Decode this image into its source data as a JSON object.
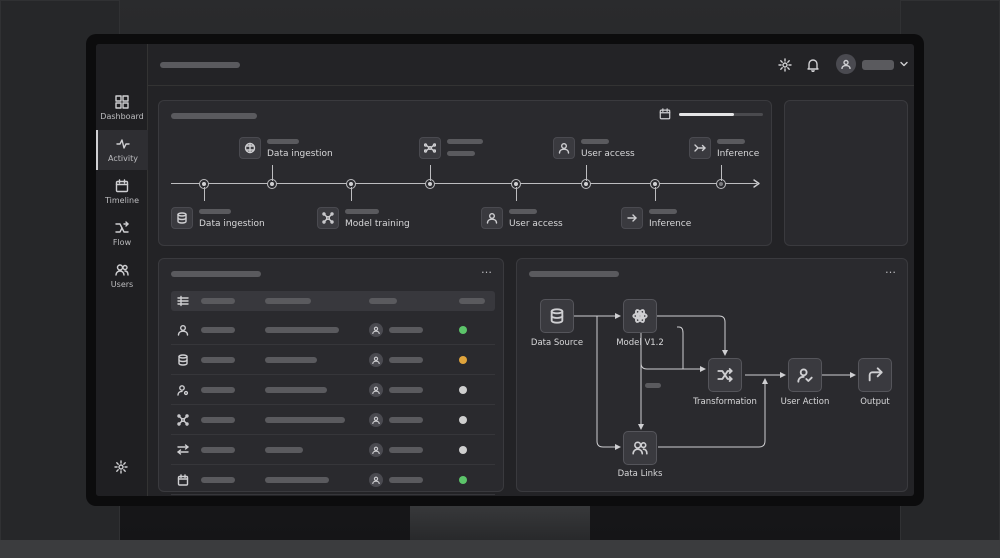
{
  "sidebar": {
    "items": [
      {
        "label": "Dashboard",
        "icon": "dashboard-icon"
      },
      {
        "label": "Activity",
        "icon": "activity-icon",
        "active": true
      },
      {
        "label": "Timeline",
        "icon": "calendar-icon"
      },
      {
        "label": "Flow",
        "icon": "flow-icon"
      },
      {
        "label": "Users",
        "icon": "users-icon"
      }
    ],
    "footer_icon": "gear-icon"
  },
  "timeline": {
    "progress_percent": 65,
    "top_events": [
      {
        "label": "Data ingestion",
        "icon": "brain-icon"
      },
      {
        "label": "",
        "icon": "network-icon"
      },
      {
        "label": "User access",
        "icon": "user-icon"
      },
      {
        "label": "Inference",
        "icon": "arrows-icon"
      }
    ],
    "bottom_events": [
      {
        "label": "Data ingestion",
        "icon": "database-icon"
      },
      {
        "label": "Model training",
        "icon": "nodes-icon"
      },
      {
        "label": "User access",
        "icon": "user-icon"
      },
      {
        "label": "Inference",
        "icon": "arrow-right-icon"
      }
    ]
  },
  "table": {
    "menu": "…",
    "rows": [
      {
        "icon": "user-icon",
        "status_color": "#5cc46a"
      },
      {
        "icon": "database-icon",
        "status_color": "#e0a43c"
      },
      {
        "icon": "user-key-icon",
        "status_color": "#cfcfcf"
      },
      {
        "icon": "nodes-icon",
        "status_color": "#cfcfcf"
      },
      {
        "icon": "sliders-icon",
        "status_color": "#cfcfcf"
      },
      {
        "icon": "calendar-icon",
        "status_color": "#5cc46a"
      }
    ]
  },
  "flow": {
    "menu": "…",
    "nodes": {
      "source": "Data Source",
      "model": "Model V1.2",
      "transform": "Transformation",
      "action": "User Action",
      "output": "Output",
      "links": "Data Links"
    }
  }
}
